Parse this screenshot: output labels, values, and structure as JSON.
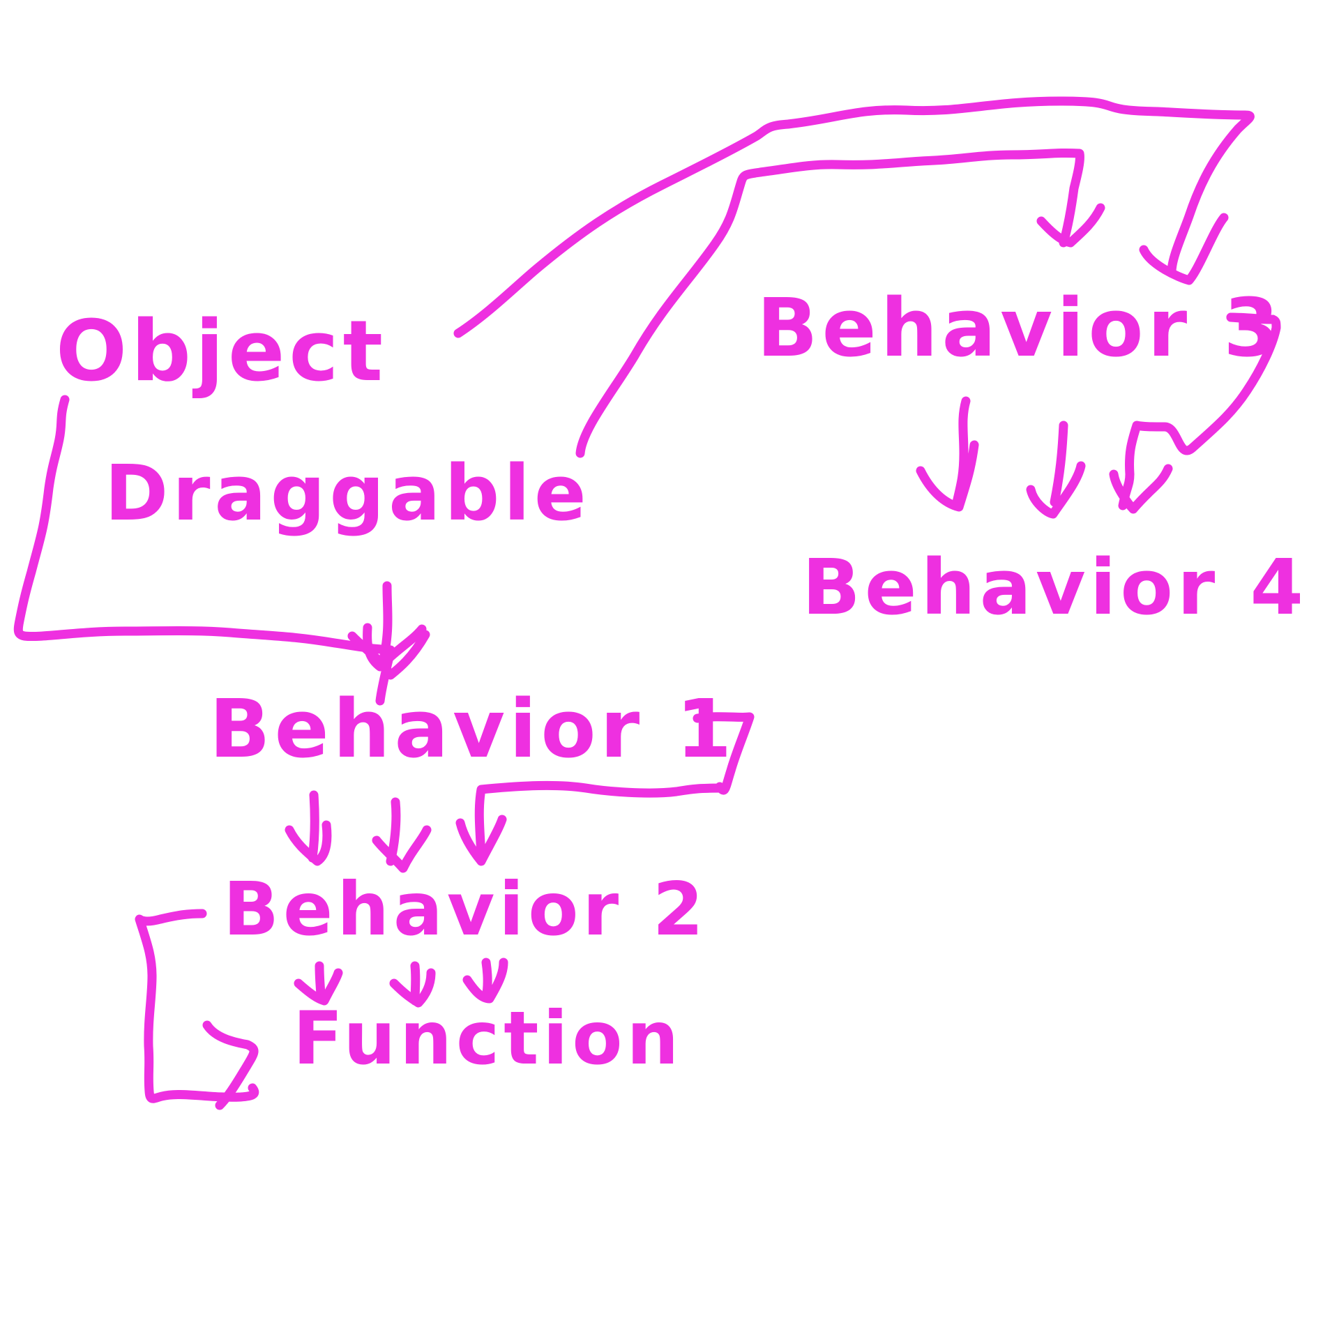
{
  "diagram": {
    "stroke_color": "#ee30e0",
    "background": "#ffffff",
    "nodes": [
      {
        "id": "object",
        "label": "Object"
      },
      {
        "id": "draggable",
        "label": "Draggable"
      },
      {
        "id": "behavior1",
        "label": "Behavior 1"
      },
      {
        "id": "behavior2",
        "label": "Behavior 2"
      },
      {
        "id": "function",
        "label": "Function"
      },
      {
        "id": "behavior3",
        "label": "Behavior 3"
      },
      {
        "id": "behavior4",
        "label": "Behavior 4"
      }
    ],
    "edges": [
      {
        "from": "object",
        "to": "behavior3"
      },
      {
        "from": "draggable",
        "to": "behavior3"
      },
      {
        "from": "object",
        "to": "behavior1"
      },
      {
        "from": "draggable",
        "to": "behavior1"
      },
      {
        "from": "behavior1",
        "to": "behavior2"
      },
      {
        "from": "behavior1",
        "to": "behavior2"
      },
      {
        "from": "behavior1",
        "to": "behavior2"
      },
      {
        "from": "behavior2",
        "to": "function"
      },
      {
        "from": "behavior3",
        "to": "behavior4"
      },
      {
        "from": "behavior3",
        "to": "behavior4"
      },
      {
        "from": "behavior3",
        "to": "behavior4"
      }
    ]
  }
}
